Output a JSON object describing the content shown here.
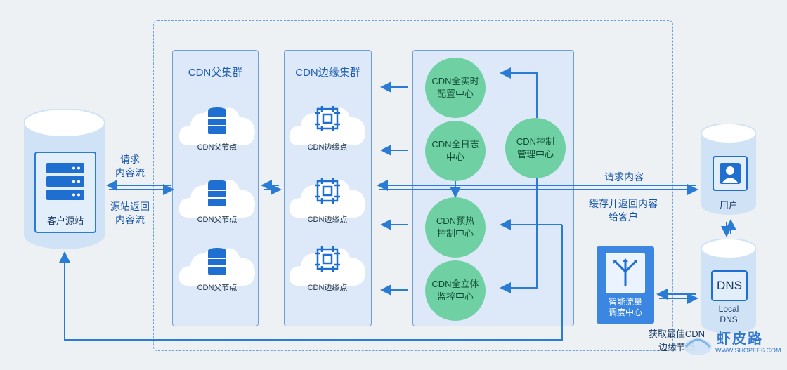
{
  "origin": {
    "label": "客户源站"
  },
  "parent_cluster": {
    "title": "CDN父集群",
    "nodes": [
      "CDN父节点",
      "CDN父节点",
      "CDN父节点"
    ]
  },
  "edge_cluster": {
    "title": "CDN边缘集群",
    "nodes": [
      "CDN边缘点",
      "CDN边缘点",
      "CDN边缘点"
    ]
  },
  "centers": {
    "realtime_config": "CDN全实时\n配置中心",
    "log": "CDN全日志\n中心",
    "preheat": "CDN预热\n控制中心",
    "monitor": "CDN全立体\n监控中心",
    "control": "CDN控制\n管理中心"
  },
  "flows": {
    "request_to_origin": "请求\n内容流",
    "origin_return": "源站返回\n内容流",
    "request_content": "请求内容",
    "cache_return": "缓存并返回内容\n给客户",
    "best_edge": "获取最佳CDN\n边缘节点"
  },
  "user": {
    "label": "用户"
  },
  "dns": {
    "icon_text": "DNS",
    "label": "Local\nDNS"
  },
  "smart_scheduler": {
    "label": "智能流量\n调度中心"
  },
  "watermark": {
    "text": "虾皮路",
    "url": "WWW.SHOPEE6.COM"
  },
  "colors": {
    "accent": "#1e6fd0",
    "panel": "#dde9f8",
    "circle": "#6fd1a3",
    "arrow": "#2a7bd4"
  }
}
